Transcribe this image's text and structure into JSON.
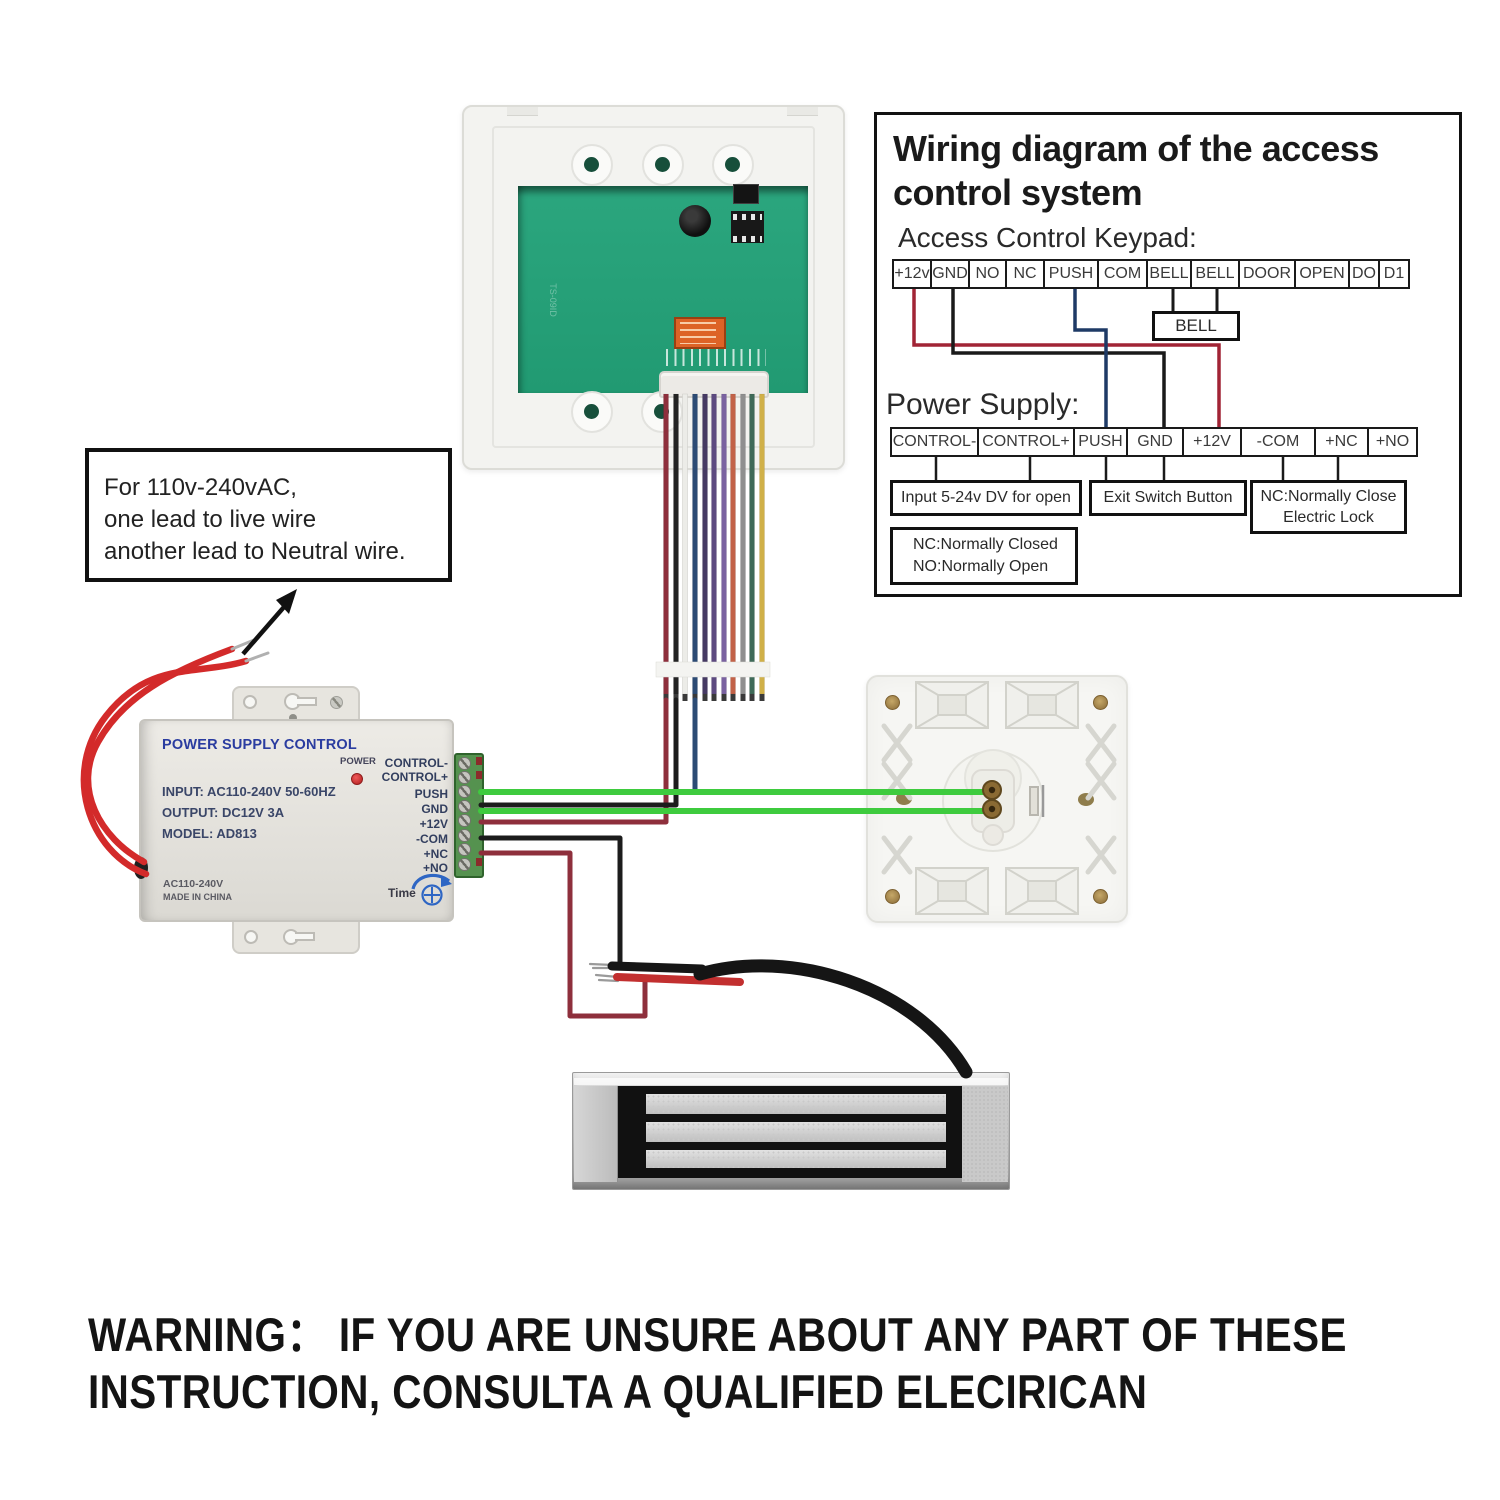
{
  "diagram_panel": {
    "title_line1": "Wiring diagram of the access",
    "title_line2": "control system",
    "keypad_heading": "Access Control Keypad:",
    "power_heading": "Power Supply:",
    "keypad_terminals": [
      "+12v",
      "GND",
      "NO",
      "NC",
      "PUSH",
      "COM",
      "BELL",
      "BELL",
      "DOOR",
      "OPEN",
      "DO",
      "D1"
    ],
    "bell_label": "BELL",
    "ps_terminals": [
      "CONTROL-",
      "CONTROL+",
      "PUSH",
      "GND",
      "+12V",
      "-COM",
      "+NC",
      "+NO"
    ],
    "input_box_label": "Input 5-24v  DV for open",
    "exit_box_label": "Exit Switch Button",
    "nc_lock_line1": "NC:Normally Close",
    "nc_lock_line2": "Electric Lock",
    "legend_line1": "NC:Normally Closed",
    "legend_line2": "NO:Normally Open",
    "wire_colors": {
      "plus12v_wire": "#a12435",
      "gnd_wire": "#1a1a1a",
      "push_wire": "#1e3a66"
    }
  },
  "note_box": {
    "line1": "For 110v-240vAC,",
    "line2": "one lead to live wire",
    "line3": "another lead to Neutral wire."
  },
  "power_supply_unit": {
    "title": "POWER SUPPLY CONTROL",
    "spec_input": "INPUT: AC110-240V 50-60HZ",
    "spec_output": "OUTPUT: DC12V  3A",
    "spec_model": "MODEL: AD813",
    "rating": "AC110-240V",
    "origin": "MADE IN CHINA",
    "power_label": "POWER",
    "time_label": "Time",
    "terminals": [
      "CONTROL-",
      "CONTROL+",
      "PUSH",
      "GND",
      "+12V",
      "-COM",
      "+NC",
      "+NO"
    ]
  },
  "warning": {
    "line1": "WARNING：  IF YOU ARE UNSURE ABOUT ANY PART OF THESE",
    "line2": "INSTRUCTION, CONSULTA A QUALIFIED ELECIRICAN"
  },
  "colors": {
    "pcb_green": "#29a37c",
    "exit_wire_green": "#3ecb3e",
    "keypad_plus12_wire": "#8e2f3c",
    "keypad_gnd_wire": "#1c1c1c",
    "keypad_push_wire": "#2c4b74",
    "ac_wire_red": "#d32a2a",
    "ribbon_palette": [
      "#8e2f3c",
      "#232323",
      "#efefeb",
      "#2c4b74",
      "#463a63",
      "#5d4a80",
      "#7a62a0",
      "#c26248",
      "#8f8f8f",
      "#3f6a58",
      "#d0b048"
    ]
  }
}
